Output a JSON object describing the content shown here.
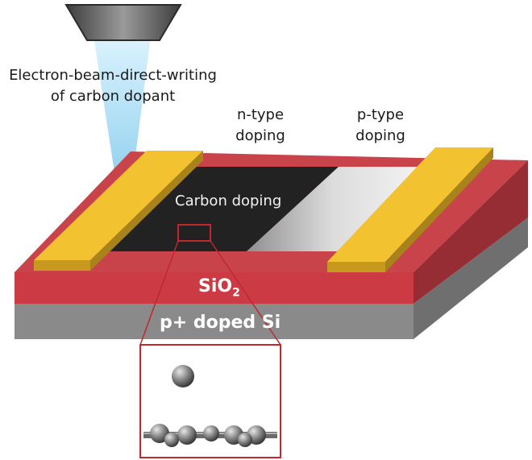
{
  "labels": {
    "ebeam_line1": "Electron-beam-direct-writing",
    "ebeam_line2": "of carbon dopant",
    "ntype_line1": "n-type",
    "ntype_line2": "doping",
    "ptype_line1": "p-type",
    "ptype_line2": "doping",
    "carbon_doping": "Carbon doping",
    "sio2_main": "SiO",
    "sio2_sub": "2",
    "substrate": "p+ doped Si"
  },
  "colors": {
    "oxide": "#c8444a",
    "substrate": "#8a8a8a",
    "electrode": "#f2c230",
    "carbon_region": "#222222",
    "highlight_box": "#c0282f"
  }
}
